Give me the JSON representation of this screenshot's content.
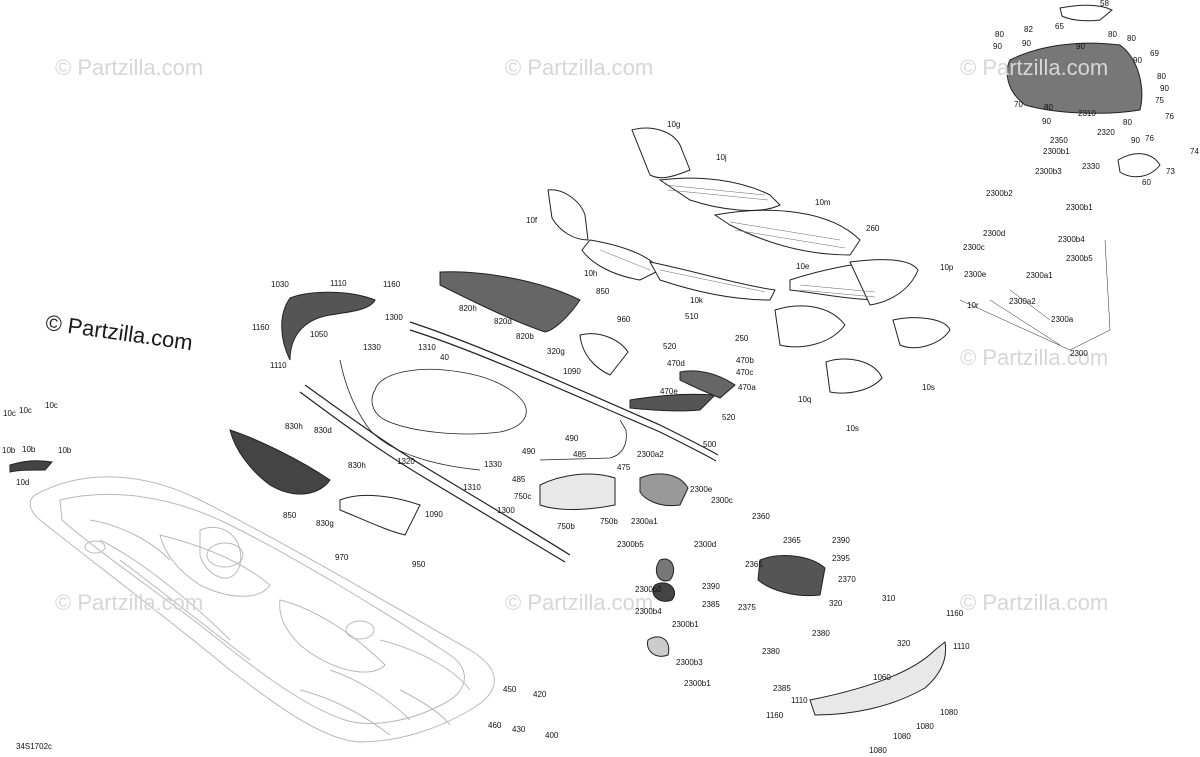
{
  "watermark": {
    "text": "© Partzilla.com",
    "prominent_text": "© Partzilla.com"
  },
  "drawing_code": "34S1702c",
  "colors": {
    "line": "#222222",
    "hull": "#b8b8b8",
    "watermark": "#d6d6d6",
    "fill_dark": "#555555",
    "fill_light": "#e8e8e8"
  },
  "callouts": [
    {
      "id": "58",
      "text": "58"
    },
    {
      "id": "65",
      "text": "65"
    },
    {
      "id": "82",
      "text": "82"
    },
    {
      "id": "80a",
      "text": "80"
    },
    {
      "id": "90a",
      "text": "90"
    },
    {
      "id": "90b",
      "text": "90"
    },
    {
      "id": "80b",
      "text": "80"
    },
    {
      "id": "90c",
      "text": "90"
    },
    {
      "id": "80c",
      "text": "80"
    },
    {
      "id": "69",
      "text": "69"
    },
    {
      "id": "90d",
      "text": "90"
    },
    {
      "id": "80d",
      "text": "80"
    },
    {
      "id": "90e",
      "text": "90"
    },
    {
      "id": "70",
      "text": "70"
    },
    {
      "id": "80e",
      "text": "80"
    },
    {
      "id": "75",
      "text": "75"
    },
    {
      "id": "90f",
      "text": "90"
    },
    {
      "id": "2310",
      "text": "2310"
    },
    {
      "id": "80f",
      "text": "80"
    },
    {
      "id": "76a",
      "text": "76"
    },
    {
      "id": "2320",
      "text": "2320"
    },
    {
      "id": "90g",
      "text": "90"
    },
    {
      "id": "76b",
      "text": "76"
    },
    {
      "id": "74",
      "text": "74"
    },
    {
      "id": "2350",
      "text": "2350"
    },
    {
      "id": "2300b1a",
      "text": "2300b1"
    },
    {
      "id": "2330",
      "text": "2330"
    },
    {
      "id": "73",
      "text": "73"
    },
    {
      "id": "2300b3a",
      "text": "2300b3"
    },
    {
      "id": "60",
      "text": "60"
    },
    {
      "id": "2300b2a",
      "text": "2300b2"
    },
    {
      "id": "2300b1b",
      "text": "2300b1"
    },
    {
      "id": "2300d",
      "text": "2300d"
    },
    {
      "id": "2300b4a",
      "text": "2300b4"
    },
    {
      "id": "2300c",
      "text": "2300c"
    },
    {
      "id": "2300b5a",
      "text": "2300b5"
    },
    {
      "id": "2300e",
      "text": "2300e"
    },
    {
      "id": "2300a1",
      "text": "2300a1"
    },
    {
      "id": "2300a2",
      "text": "2300a2"
    },
    {
      "id": "2300a",
      "text": "2300a"
    },
    {
      "id": "2300",
      "text": "2300"
    },
    {
      "id": "10g",
      "text": "10g"
    },
    {
      "id": "10j",
      "text": "10j"
    },
    {
      "id": "10f",
      "text": "10f"
    },
    {
      "id": "10m",
      "text": "10m"
    },
    {
      "id": "260",
      "text": "260"
    },
    {
      "id": "10h",
      "text": "10h"
    },
    {
      "id": "10e",
      "text": "10e"
    },
    {
      "id": "10p",
      "text": "10p"
    },
    {
      "id": "10k",
      "text": "10k"
    },
    {
      "id": "10r",
      "text": "10r"
    },
    {
      "id": "250",
      "text": "250"
    },
    {
      "id": "10s",
      "text": "10s"
    },
    {
      "id": "10q",
      "text": "10q"
    },
    {
      "id": "10sb",
      "text": "10s"
    },
    {
      "id": "1030",
      "text": "1030"
    },
    {
      "id": "1110a",
      "text": "1110"
    },
    {
      "id": "1160a",
      "text": "1160"
    },
    {
      "id": "1160b",
      "text": "1160"
    },
    {
      "id": "1050",
      "text": "1050"
    },
    {
      "id": "1110b",
      "text": "1110"
    },
    {
      "id": "1300a",
      "text": "1300"
    },
    {
      "id": "1330a",
      "text": "1330"
    },
    {
      "id": "1310a",
      "text": "1310"
    },
    {
      "id": "820h",
      "text": "820h"
    },
    {
      "id": "820d",
      "text": "820d"
    },
    {
      "id": "820b",
      "text": "820b"
    },
    {
      "id": "850a",
      "text": "850"
    },
    {
      "id": "320g",
      "text": "320g"
    },
    {
      "id": "960",
      "text": "960"
    },
    {
      "id": "510",
      "text": "510"
    },
    {
      "id": "520a",
      "text": "520"
    },
    {
      "id": "470d",
      "text": "470d"
    },
    {
      "id": "470b",
      "text": "470b"
    },
    {
      "id": "470c",
      "text": "470c"
    },
    {
      "id": "470e",
      "text": "470e"
    },
    {
      "id": "470a",
      "text": "470a"
    },
    {
      "id": "520b",
      "text": "520"
    },
    {
      "id": "500",
      "text": "500"
    },
    {
      "id": "40",
      "text": "40"
    },
    {
      "id": "1090a",
      "text": "1090"
    },
    {
      "id": "490a",
      "text": "490"
    },
    {
      "id": "485a",
      "text": "485"
    },
    {
      "id": "475",
      "text": "475"
    },
    {
      "id": "1320",
      "text": "1320"
    },
    {
      "id": "490b",
      "text": "490"
    },
    {
      "id": "485b",
      "text": "485"
    },
    {
      "id": "750c",
      "text": "750c"
    },
    {
      "id": "1330b",
      "text": "1330"
    },
    {
      "id": "1310b",
      "text": "1310"
    },
    {
      "id": "1300b",
      "text": "1300"
    },
    {
      "id": "2300a2b",
      "text": "2300a2"
    },
    {
      "id": "2300e2",
      "text": "2300e"
    },
    {
      "id": "2300c2",
      "text": "2300c"
    },
    {
      "id": "2300a1b",
      "text": "2300a1"
    },
    {
      "id": "750b",
      "text": "750b"
    },
    {
      "id": "750bb",
      "text": "750b"
    },
    {
      "id": "2300d2",
      "text": "2300d"
    },
    {
      "id": "2300b5b",
      "text": "2300b5"
    },
    {
      "id": "10c1",
      "text": "10c"
    },
    {
      "id": "10c2",
      "text": "10c"
    },
    {
      "id": "10c3",
      "text": "10c"
    },
    {
      "id": "10b1",
      "text": "10b"
    },
    {
      "id": "10b2",
      "text": "10b"
    },
    {
      "id": "10b3",
      "text": "10b"
    },
    {
      "id": "10d",
      "text": "10d"
    },
    {
      "id": "830h",
      "text": "830h"
    },
    {
      "id": "830d",
      "text": "830d"
    },
    {
      "id": "830b",
      "text": "830h"
    },
    {
      "id": "850b",
      "text": "850"
    },
    {
      "id": "830g",
      "text": "830g"
    },
    {
      "id": "1090b",
      "text": "1090"
    },
    {
      "id": "970",
      "text": "970"
    },
    {
      "id": "950",
      "text": "950"
    },
    {
      "id": "2360",
      "text": "2360"
    },
    {
      "id": "2365a",
      "text": "2365"
    },
    {
      "id": "2390a",
      "text": "2390"
    },
    {
      "id": "2395",
      "text": "2395"
    },
    {
      "id": "2365b",
      "text": "2365"
    },
    {
      "id": "2370",
      "text": "2370"
    },
    {
      "id": "2390b",
      "text": "2390"
    },
    {
      "id": "2385a",
      "text": "2385"
    },
    {
      "id": "2375",
      "text": "2375"
    },
    {
      "id": "2380",
      "text": "2380"
    },
    {
      "id": "2380b",
      "text": "2380"
    },
    {
      "id": "2385b",
      "text": "2385"
    },
    {
      "id": "2300b2b",
      "text": "2300b2"
    },
    {
      "id": "2300b4b",
      "text": "2300b4"
    },
    {
      "id": "2300b1c",
      "text": "2300b1"
    },
    {
      "id": "2300b3b",
      "text": "2300b3"
    },
    {
      "id": "2300b1d",
      "text": "2300b1"
    },
    {
      "id": "320a",
      "text": "320"
    },
    {
      "id": "310",
      "text": "310"
    },
    {
      "id": "320b",
      "text": "320"
    },
    {
      "id": "1160c",
      "text": "1160"
    },
    {
      "id": "1110c",
      "text": "1110"
    },
    {
      "id": "1060",
      "text": "1060"
    },
    {
      "id": "1110d",
      "text": "1110"
    },
    {
      "id": "1160d",
      "text": "1160"
    },
    {
      "id": "1080a",
      "text": "1080"
    },
    {
      "id": "1080b",
      "text": "1080"
    },
    {
      "id": "1080c",
      "text": "1080"
    },
    {
      "id": "1080d",
      "text": "1080"
    },
    {
      "id": "450",
      "text": "450"
    },
    {
      "id": "420",
      "text": "420"
    },
    {
      "id": "460",
      "text": "460"
    },
    {
      "id": "430",
      "text": "430"
    },
    {
      "id": "400",
      "text": "400"
    }
  ]
}
